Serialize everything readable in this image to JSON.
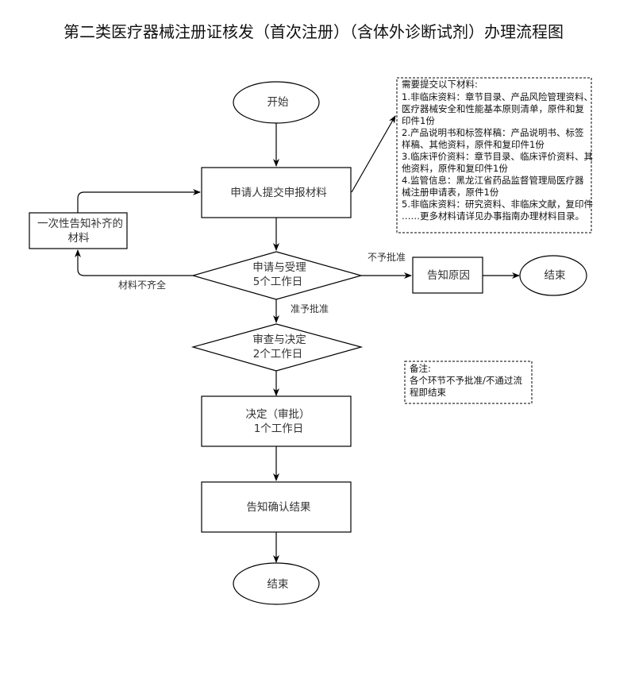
{
  "title": "第二类医疗器械注册证核发（首次注册）（含体外诊断试剂）办理流程图",
  "nodes": {
    "start": "开始",
    "submit": "申请人提交申报材料",
    "supplement": [
      "一次性告知补齐的",
      "材料"
    ],
    "accept": [
      "申请与受理",
      "5个工作日"
    ],
    "review": [
      "审查与决定",
      "2个工作日"
    ],
    "decision": [
      "决定（审批）",
      "1个工作日"
    ],
    "notify_result": "告知确认结果",
    "end": "结束",
    "notify_reason": "告知原因",
    "end_reject": "结束"
  },
  "edge_labels": {
    "incomplete": "材料不齐全",
    "reject": "不予批准",
    "approve": "准予批准"
  },
  "materials_note": {
    "lines": [
      "需要提交以下材料:",
      "1.非临床资料：章节目录、产品风险管理资料、",
      "医疗器械安全和性能基本原则清单，原件和复",
      "印件1份",
      "2.产品说明书和标签样稿：产品说明书、标签",
      "样稿、其他资料，原件和复印件1份",
      "3.临床评价资料：章节目录、临床评价资料、其",
      "他资料，原件和复印件1份",
      "4.监管信息：黑龙江省药品监督管理局医疗器",
      "械注册申请表，原件1份",
      "5.非临床资料：研究资料、非临床文献，复印件",
      "……更多材料请详见办事指南办理材料目录。"
    ]
  },
  "remark_note": {
    "lines": [
      "备注:",
      "各个环节不予批准/不通过流",
      "程即结束"
    ]
  }
}
